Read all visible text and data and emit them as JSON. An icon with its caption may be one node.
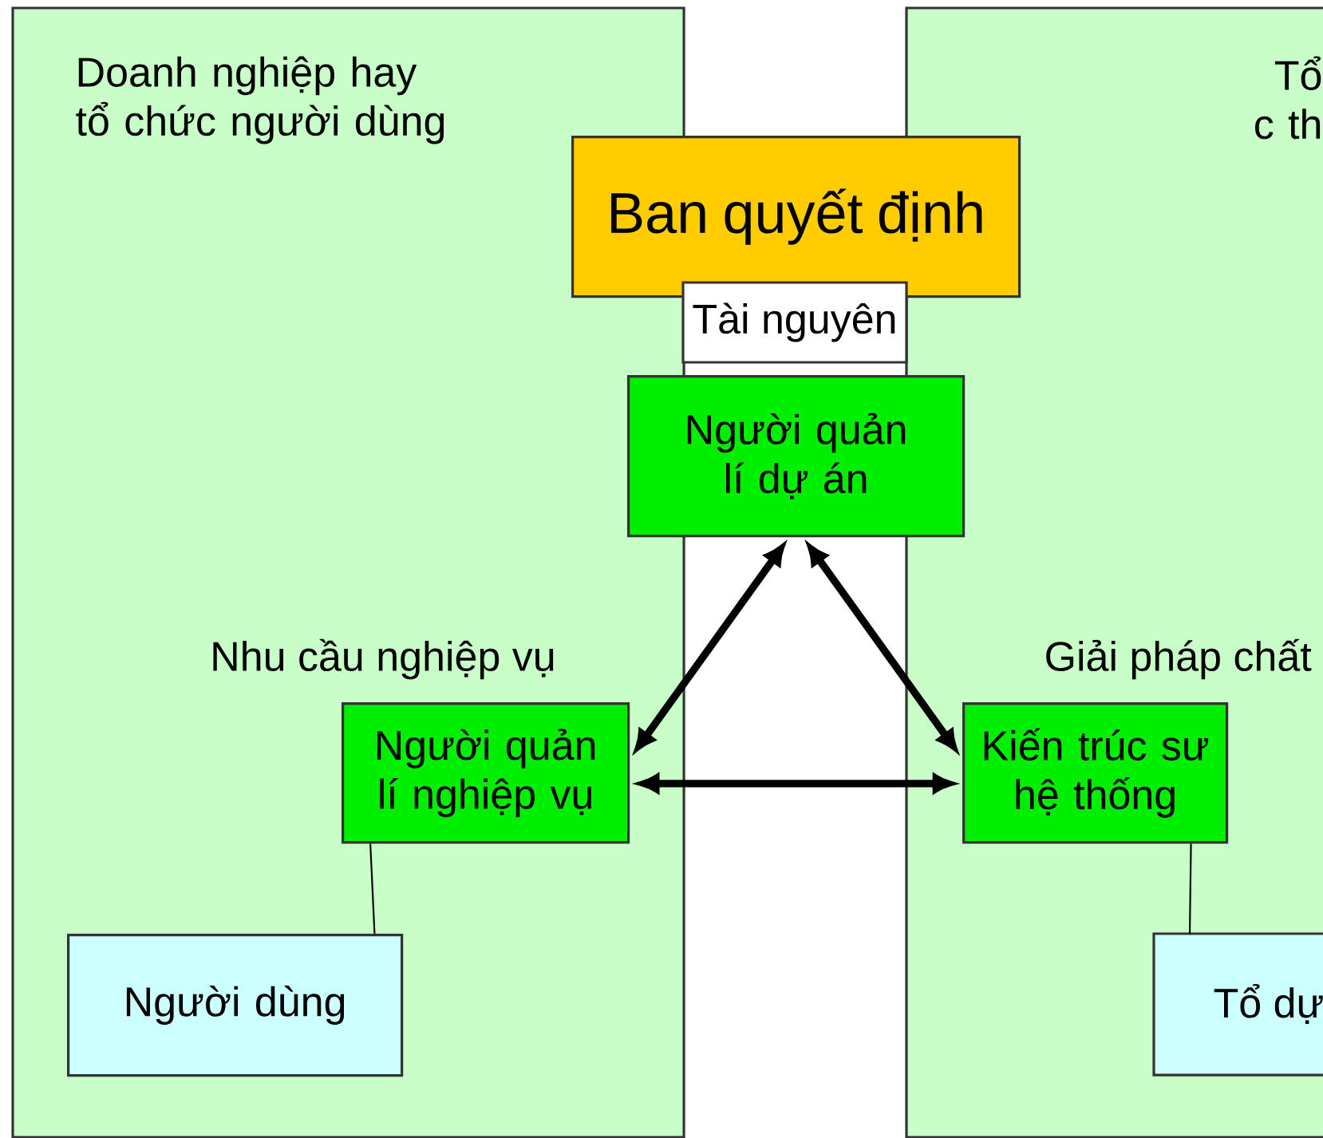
{
  "diagram": {
    "nodes": [
      {
        "text": [
          "Doanh nghiệp hay tổ chức người dùng"
        ]
      },
      {
        "text": [
          "Tổ c th"
        ]
      },
      {
        "text": [
          "Ban quyết định"
        ]
      },
      {
        "text": [
          "Người quản lí dự án"
        ]
      },
      {
        "text": [
          "Người quản lí nghiệp vụ"
        ],
        "in": 0,
        "beside": [
          "Nhu cầu nghiệp vụ"
        ]
      },
      {
        "text": [
          "Kiến trúc sư hệ thống"
        ],
        "in": 1,
        "beside": [
          "Giải pháp chất"
        ]
      },
      {
        "text": [
          "Người dùng"
        ],
        "in": 0
      },
      {
        "text": [
          "Tổ dự"
        ],
        "in": 1
      }
    ],
    "edges": [
      {
        "from": 3,
        "to": 4,
        "arrow": "both"
      },
      {
        "from": 3,
        "to": 5,
        "arrow": "both"
      },
      {
        "from": 4,
        "to": 5,
        "arrow": "both"
      },
      {
        "from": 4,
        "to": 6,
        "arrow": "none"
      },
      {
        "from": 5,
        "to": 7,
        "arrow": "none"
      }
    ],
    "labels": [
      "Tài nguyên"
    ]
  }
}
